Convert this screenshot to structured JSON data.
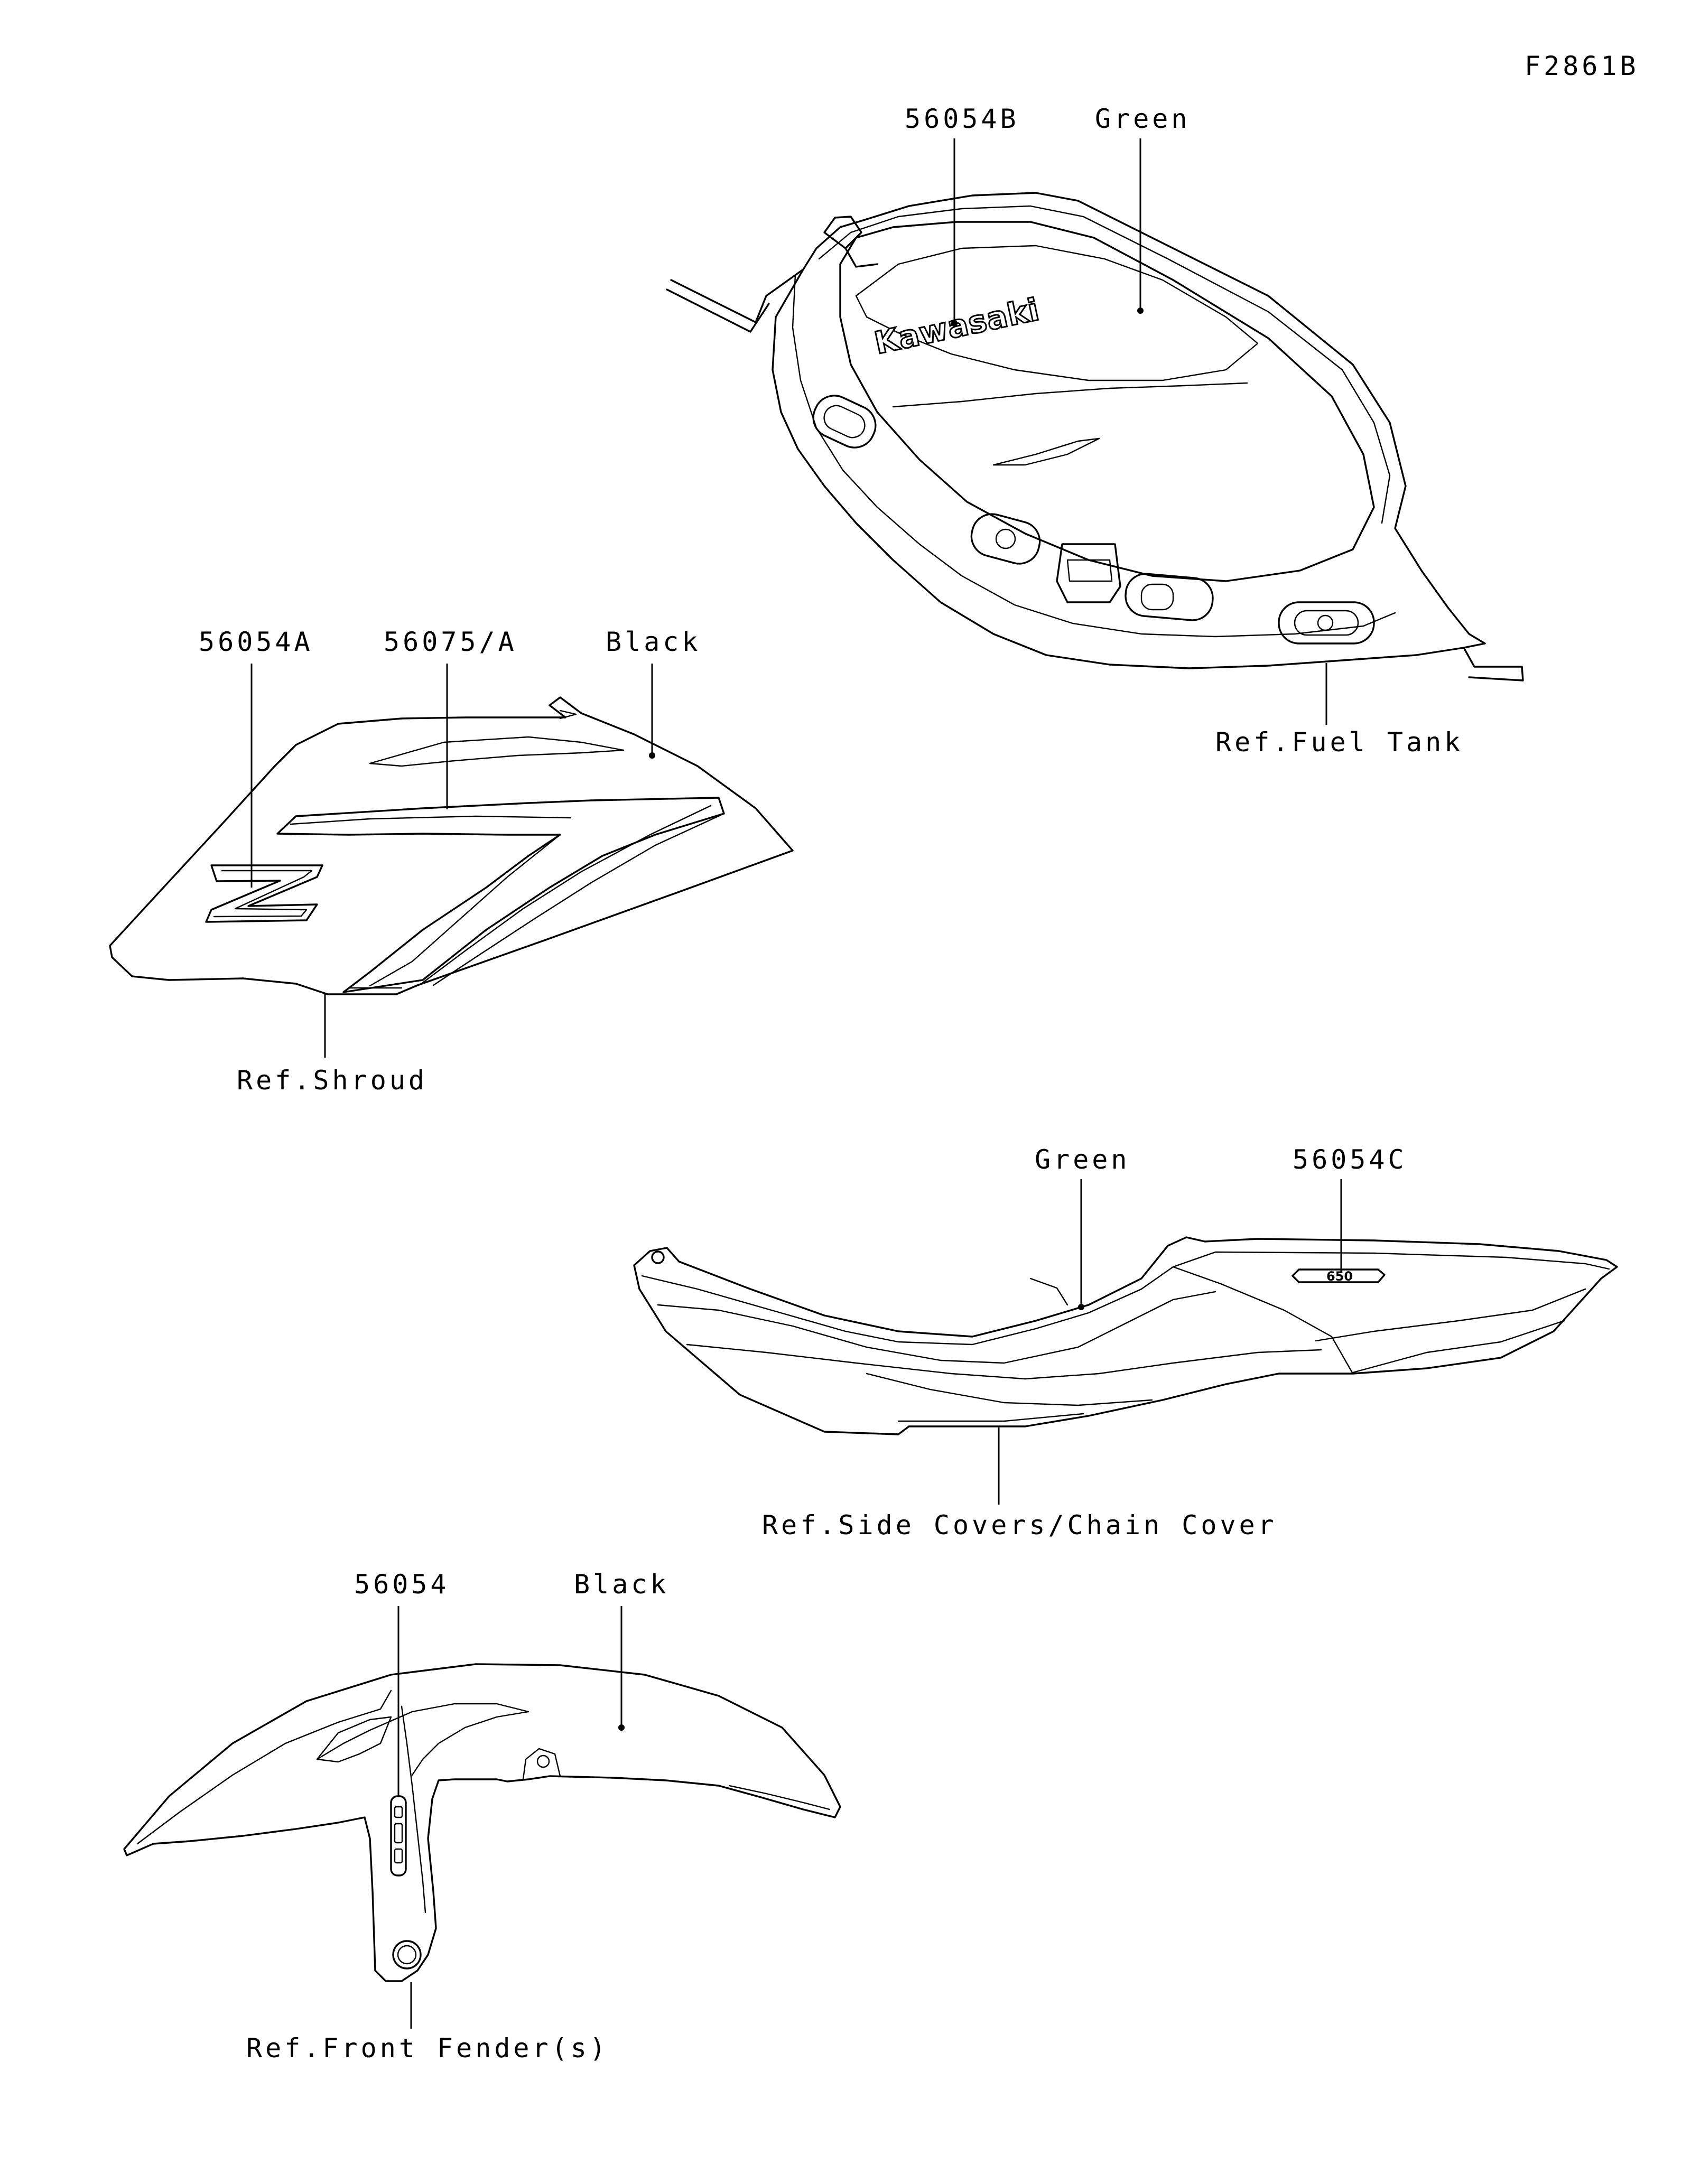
{
  "diagram_code": "F2861B",
  "tank": {
    "callout_part": "56054B",
    "callout_color": "Green",
    "ref": "Ref.Fuel Tank",
    "logo_text": "Kawasaki"
  },
  "shroud": {
    "callout_part_a": "56054A",
    "callout_part_b": "56075/A",
    "callout_color": "Black",
    "ref": "Ref.Shroud"
  },
  "side_cover": {
    "callout_color": "Green",
    "callout_part": "56054C",
    "ref": "Ref.Side Covers/Chain Cover",
    "emblem_text": "650"
  },
  "fender": {
    "callout_part": "56054",
    "callout_color": "Black",
    "ref": "Ref.Front Fender(s)"
  }
}
